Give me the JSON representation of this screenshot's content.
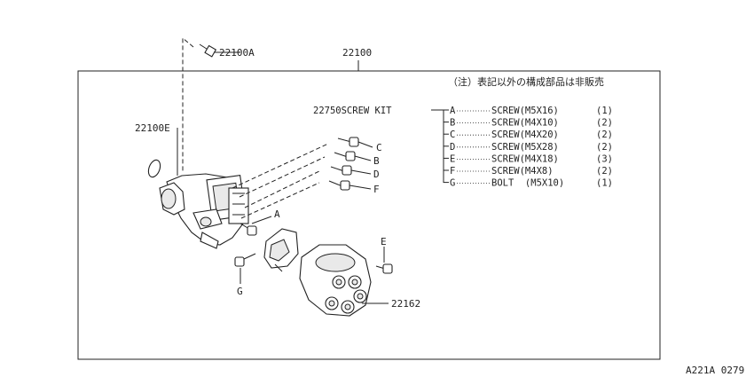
{
  "callouts": {
    "top_screw": "22100A",
    "assembly": "22100",
    "oring": "22100E",
    "cap": "22162",
    "ref_code": "A221A 0279"
  },
  "note": "（注）表記以外の構成部品は非販売",
  "kit": {
    "title": "22750SCREW KIT",
    "items": [
      {
        "letter": "A",
        "desc": "SCREW(M5X16)",
        "qty": "(1)"
      },
      {
        "letter": "B",
        "desc": "SCREW(M4X10)",
        "qty": "(2)"
      },
      {
        "letter": "C",
        "desc": "SCREW(M4X20)",
        "qty": "(2)"
      },
      {
        "letter": "D",
        "desc": "SCREW(M5X28)",
        "qty": "(2)"
      },
      {
        "letter": "E",
        "desc": "SCREW(M4X18)",
        "qty": "(3)"
      },
      {
        "letter": "F",
        "desc": "SCREW(M4X8)",
        "qty": "(2)"
      },
      {
        "letter": "G",
        "desc": "BOLT  (M5X10)",
        "qty": "(1)"
      }
    ]
  },
  "letters": {
    "a": "A",
    "b": "B",
    "c": "C",
    "d": "D",
    "e": "E",
    "f": "F",
    "g": "G"
  }
}
